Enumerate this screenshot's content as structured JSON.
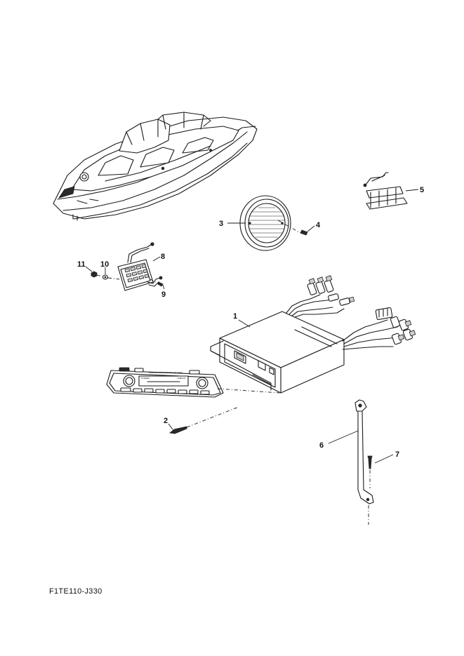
{
  "document": {
    "part_code": "F1TE110-J330"
  },
  "callouts": [
    {
      "id": "1",
      "label": "1"
    },
    {
      "id": "2",
      "label": "2"
    },
    {
      "id": "3",
      "label": "3"
    },
    {
      "id": "4",
      "label": "4"
    },
    {
      "id": "5",
      "label": "5"
    },
    {
      "id": "6",
      "label": "6"
    },
    {
      "id": "7",
      "label": "7"
    },
    {
      "id": "8",
      "label": "8"
    },
    {
      "id": "9",
      "label": "9"
    },
    {
      "id": "10",
      "label": "10"
    },
    {
      "id": "11",
      "label": "11"
    }
  ],
  "stereo_faceplate": {
    "top_text": "MARINE COMPACT DISC PLAYER",
    "display_text": "STEREO",
    "brand_text": "YAMAHA"
  },
  "colors": {
    "ink": "#1a1a1a",
    "background": "#ffffff"
  }
}
